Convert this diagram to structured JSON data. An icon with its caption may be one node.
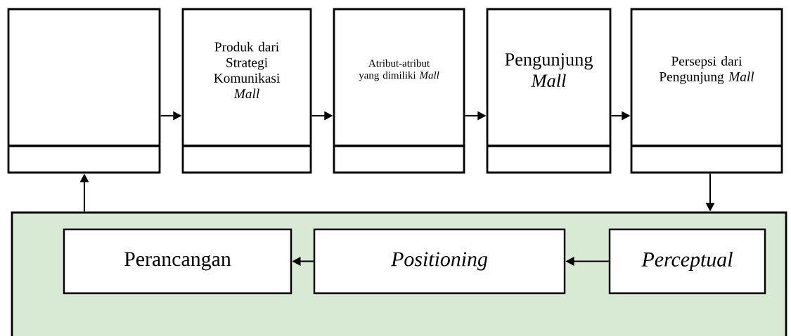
{
  "diagram": {
    "nodes": [
      {
        "text": [],
        "shape": "box"
      },
      {
        "text": [
          "Produk dari Strategi Komunikasi *Mall*"
        ]
      },
      {
        "text": [
          "Atribut-atribut yang dimiliki *Mall*"
        ]
      },
      {
        "text": [
          "Pengunjung *Mall*"
        ]
      },
      {
        "text": [
          "Persepsi dari Pengunjung *Mall*"
        ]
      },
      {
        "text": [],
        "shape": "box"
      },
      {
        "text": [
          "Perancangan"
        ],
        "in": 5
      },
      {
        "text": [
          "Positioning"
        ],
        "in": 5
      },
      {
        "text": [
          "Perceptual"
        ],
        "in": 5
      }
    ],
    "edges": [
      {
        "from": 0,
        "to": 1,
        "arrow": "to"
      },
      {
        "from": 1,
        "to": 2,
        "arrow": "to"
      },
      {
        "from": 2,
        "to": 3,
        "arrow": "to"
      },
      {
        "from": 3,
        "to": 4,
        "arrow": "to"
      },
      {
        "from": 4,
        "to": 5,
        "arrow": "to"
      },
      {
        "from": 5,
        "to": 0,
        "arrow": "to"
      },
      {
        "from": 8,
        "to": 7,
        "arrow": "to"
      },
      {
        "from": 7,
        "to": 6,
        "arrow": "to"
      }
    ]
  }
}
